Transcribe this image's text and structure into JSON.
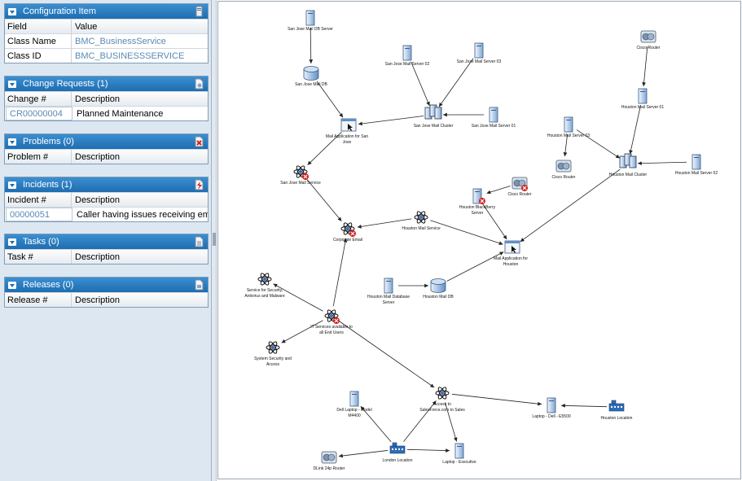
{
  "config_item": {
    "title": "Configuration Item",
    "col_field": "Field",
    "col_value": "Value",
    "rows": [
      {
        "field": "Class Name",
        "value": "BMC_BusinessService"
      },
      {
        "field": "Class ID",
        "value": "BMC_BUSINESSSERVICE"
      }
    ]
  },
  "change_requests": {
    "title": "Change Requests  (1)",
    "col1": "Change #",
    "col2": "Description",
    "rows": [
      {
        "id": "CR00000004",
        "desc": "Planned Maintenance"
      }
    ]
  },
  "problems": {
    "title": "Problems  (0)",
    "col1": "Problem #",
    "col2": "Description"
  },
  "incidents": {
    "title": "Incidents  (1)",
    "col1": "Incident #",
    "col2": "Description",
    "rows": [
      {
        "id": "00000051",
        "desc": "Caller having issues receiving email o"
      }
    ]
  },
  "tasks": {
    "title": "Tasks  (0)",
    "col1": "Task #",
    "col2": "Description"
  },
  "releases": {
    "title": "Releases  (0)",
    "col1": "Release #",
    "col2": "Description"
  },
  "diagram": {
    "nodes": [
      {
        "id": "sj_db_server",
        "type": "server",
        "label": [
          "San Jose Mail DB Server"
        ]
      },
      {
        "id": "sj_mail_db",
        "type": "database",
        "label": [
          "San Jose Mail DB"
        ]
      },
      {
        "id": "sj_mail_app",
        "type": "app",
        "label": [
          "Mail Application for San",
          "Jose"
        ]
      },
      {
        "id": "sj_mail_server02",
        "type": "server",
        "label": [
          "San Jose Mail Server 02"
        ]
      },
      {
        "id": "sj_mail_server03",
        "type": "server",
        "label": [
          "San Jose Mail Server 03"
        ]
      },
      {
        "id": "sj_mail_cluster",
        "type": "cluster",
        "label": [
          "San Jose Mail Cluster"
        ]
      },
      {
        "id": "sj_mail_server01",
        "type": "server",
        "label": [
          "San Jose Mail Server 01"
        ]
      },
      {
        "id": "sj_mail_service",
        "type": "service_err",
        "label": [
          "San Jose Mail Service"
        ]
      },
      {
        "id": "corporate_email",
        "type": "service_err",
        "label": [
          "Corporate Email"
        ]
      },
      {
        "id": "houston_mail_service",
        "type": "service",
        "label": [
          "Houston Mail Service"
        ]
      },
      {
        "id": "cisco_router_top",
        "type": "router",
        "label": [
          "Cisco Router"
        ]
      },
      {
        "id": "houston_mail_server01",
        "type": "server",
        "label": [
          "Houston Mail Server 01"
        ]
      },
      {
        "id": "houston_mail_server03",
        "type": "server",
        "label": [
          "Houston Mail Server 03"
        ]
      },
      {
        "id": "cisco_router_mid",
        "type": "router",
        "label": [
          "Cisco Router"
        ]
      },
      {
        "id": "houston_mail_cluster",
        "type": "cluster",
        "label": [
          "Houston Mail Cluster"
        ]
      },
      {
        "id": "houston_mail_server02",
        "type": "server",
        "label": [
          "Houston Mail Server 02"
        ]
      },
      {
        "id": "cisco_router_err",
        "type": "router_err",
        "label": [
          "Cisco Router"
        ]
      },
      {
        "id": "houston_blackberry",
        "type": "server_err",
        "label": [
          "Houston BlackBerry",
          "Server"
        ]
      },
      {
        "id": "houston_mail_app",
        "type": "app",
        "label": [
          "Mail Application for",
          "Houston"
        ]
      },
      {
        "id": "houston_db_server",
        "type": "server",
        "label": [
          "Houston Mail Database",
          "Server"
        ]
      },
      {
        "id": "houston_mail_db",
        "type": "database",
        "label": [
          "Houston Mail DB"
        ]
      },
      {
        "id": "security_service",
        "type": "service",
        "label": [
          "Service for Security,",
          "Antivirus and Malware"
        ]
      },
      {
        "id": "it_services",
        "type": "service_err",
        "label": [
          "IT Services available to",
          "all End Users"
        ]
      },
      {
        "id": "system_security",
        "type": "service",
        "label": [
          "System Security and",
          "Access"
        ]
      },
      {
        "id": "salesforce",
        "type": "service",
        "label": [
          "Access to",
          "SalesForce.com to Sales"
        ]
      },
      {
        "id": "dell_laptop_m4400",
        "type": "server",
        "label": [
          "Dell Laptop - Model",
          "M4400"
        ]
      },
      {
        "id": "laptop_dell_e5500",
        "type": "server",
        "label": [
          "Laptop - Dell - E5500"
        ]
      },
      {
        "id": "houston_location",
        "type": "location",
        "label": [
          "Houston Location"
        ]
      },
      {
        "id": "london_location",
        "type": "location",
        "label": [
          "London Location"
        ]
      },
      {
        "id": "laptop_executive",
        "type": "server",
        "label": [
          "Laptop - Executive"
        ]
      },
      {
        "id": "dlink_router",
        "type": "router",
        "label": [
          "DLink 24p Router"
        ]
      }
    ],
    "edges": [
      [
        "sj_db_server",
        "sj_mail_db"
      ],
      [
        "sj_mail_db",
        "sj_mail_app"
      ],
      [
        "sj_mail_cluster",
        "sj_mail_app"
      ],
      [
        "sj_mail_server02",
        "sj_mail_cluster"
      ],
      [
        "sj_mail_server03",
        "sj_mail_cluster"
      ],
      [
        "sj_mail_server01",
        "sj_mail_cluster"
      ],
      [
        "sj_mail_app",
        "sj_mail_service"
      ],
      [
        "sj_mail_service",
        "corporate_email"
      ],
      [
        "houston_mail_service",
        "corporate_email"
      ],
      [
        "houston_mail_service",
        "houston_mail_app"
      ],
      [
        "cisco_router_top",
        "houston_mail_server01"
      ],
      [
        "houston_mail_server01",
        "houston_mail_cluster"
      ],
      [
        "houston_mail_server03",
        "houston_mail_cluster"
      ],
      [
        "houston_mail_server03",
        "cisco_router_mid"
      ],
      [
        "houston_mail_server02",
        "houston_mail_cluster"
      ],
      [
        "houston_mail_cluster",
        "houston_mail_app"
      ],
      [
        "houston_blackberry",
        "houston_mail_app"
      ],
      [
        "cisco_router_err",
        "houston_blackberry"
      ],
      [
        "houston_db_server",
        "houston_mail_db"
      ],
      [
        "houston_mail_db",
        "houston_mail_app"
      ],
      [
        "it_services",
        "corporate_email"
      ],
      [
        "it_services",
        "security_service"
      ],
      [
        "it_services",
        "system_security"
      ],
      [
        "it_services",
        "salesforce"
      ],
      [
        "salesforce",
        "laptop_dell_e5500"
      ],
      [
        "salesforce",
        "laptop_executive"
      ],
      [
        "houston_location",
        "laptop_dell_e5500"
      ],
      [
        "london_location",
        "salesforce"
      ],
      [
        "london_location",
        "dell_laptop_m4400"
      ],
      [
        "london_location",
        "laptop_executive"
      ],
      [
        "london_location",
        "dlink_router"
      ]
    ]
  }
}
